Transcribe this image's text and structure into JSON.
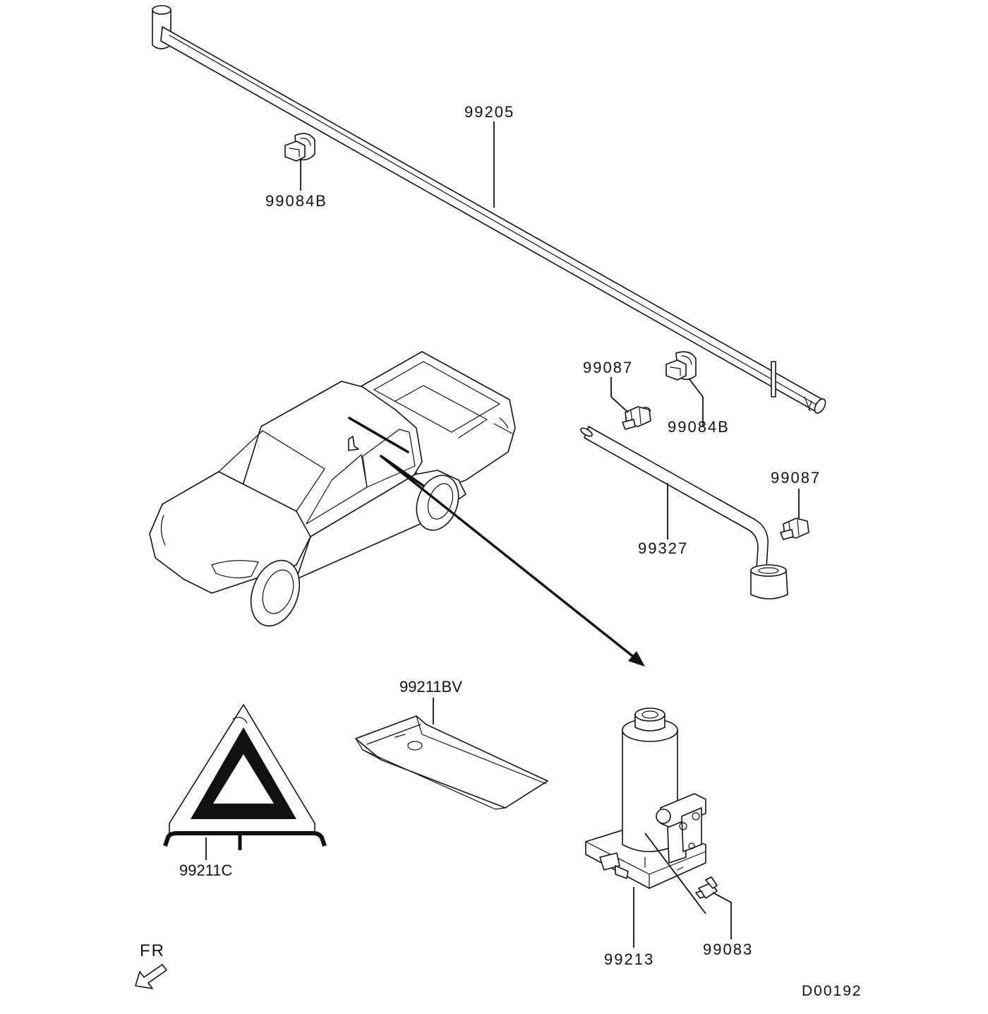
{
  "labels": {
    "handle_long": "99205",
    "clip_upper_left": "99084B",
    "clip_upper_right": "99084B",
    "clamp_left": "99087",
    "clamp_right": "99087",
    "wrench": "99327",
    "tool_bag": "99211BV",
    "triangle": "99211C",
    "jack": "99213",
    "wing_bolt": "99083",
    "front": "FR",
    "diagram_code": "D00192"
  },
  "colors": {
    "line": "#111111",
    "background": "#ffffff"
  }
}
